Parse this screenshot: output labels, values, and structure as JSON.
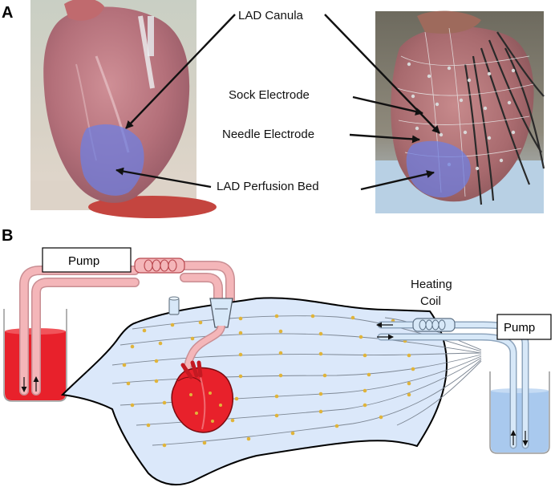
{
  "panels": {
    "a": "A",
    "b": "B"
  },
  "labels": {
    "lad_canula": "LAD Canula",
    "sock_electrode": "Sock Electrode",
    "needle_electrode": "Needle Electrode",
    "lad_perfusion_bed": "LAD Perfusion Bed",
    "pump_left": "Pump",
    "pump_right": "Pump",
    "heating_coil_line1": "Heating",
    "heating_coil_line2": "Coil"
  },
  "colors": {
    "blood_red": "#e8212b",
    "tube_pink": "#f4b6b9",
    "perfusate_blue": "#a9c9ee",
    "sock_fill": "#dbe8fa",
    "tube_blue": "#d7e8f8",
    "perfusion_bed": "#6f7fe0",
    "electrode": "#e0b43a"
  }
}
